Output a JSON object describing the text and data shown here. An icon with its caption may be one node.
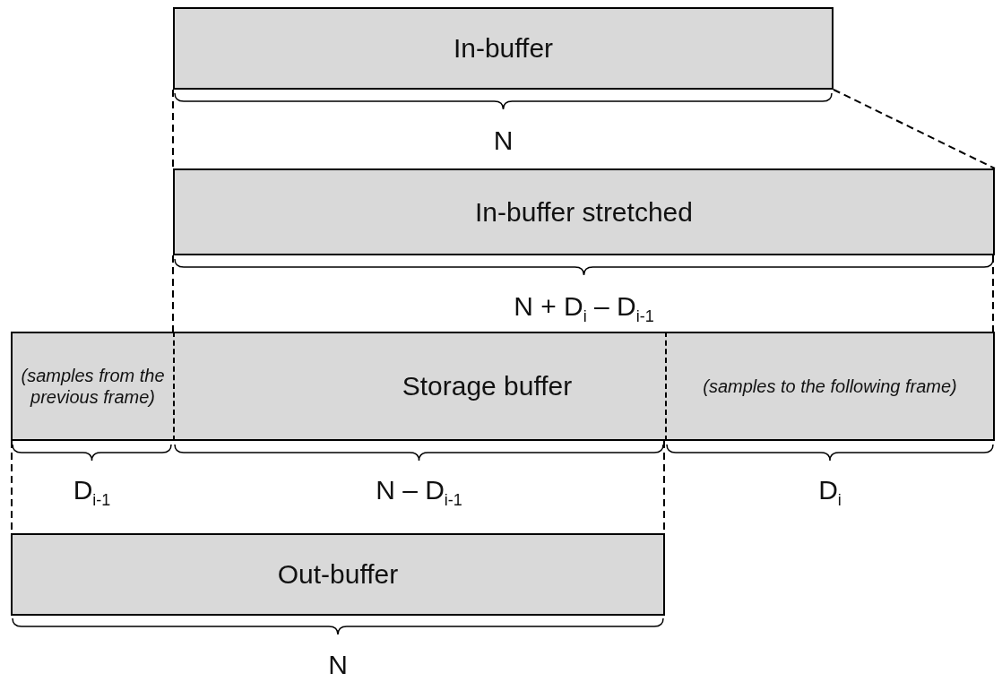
{
  "diagram": {
    "nodes": [
      {
        "text": [
          "In-buffer"
        ]
      },
      {
        "text": [
          "In-buffer stretched"
        ]
      },
      {
        "text": [
          "(samples from the previous frame)"
        ]
      },
      {
        "text": [
          "Storage buffer"
        ]
      },
      {
        "text": [
          "(samples to the following frame)"
        ]
      },
      {
        "text": [
          "Out-buffer"
        ]
      }
    ],
    "edges": [
      {
        "from": 0,
        "to": 1,
        "arrow": "none",
        "style": "dashed"
      },
      {
        "from": 0,
        "to": 1,
        "arrow": "none",
        "style": "dashed"
      },
      {
        "from": 1,
        "to": 3,
        "arrow": "none",
        "style": "dashed"
      },
      {
        "from": 1,
        "to": 4,
        "arrow": "none",
        "style": "dashed"
      },
      {
        "from": 2,
        "to": 5,
        "arrow": "none",
        "style": "dashed"
      },
      {
        "from": 3,
        "to": 5,
        "arrow": "none",
        "style": "dashed"
      }
    ],
    "labels": [
      "N",
      "N + D$_{i}$ – D$_{i-1}$",
      "D$_{i-1}$",
      "N – D$_{i-1}$",
      "D$_{i}$",
      "N"
    ]
  }
}
